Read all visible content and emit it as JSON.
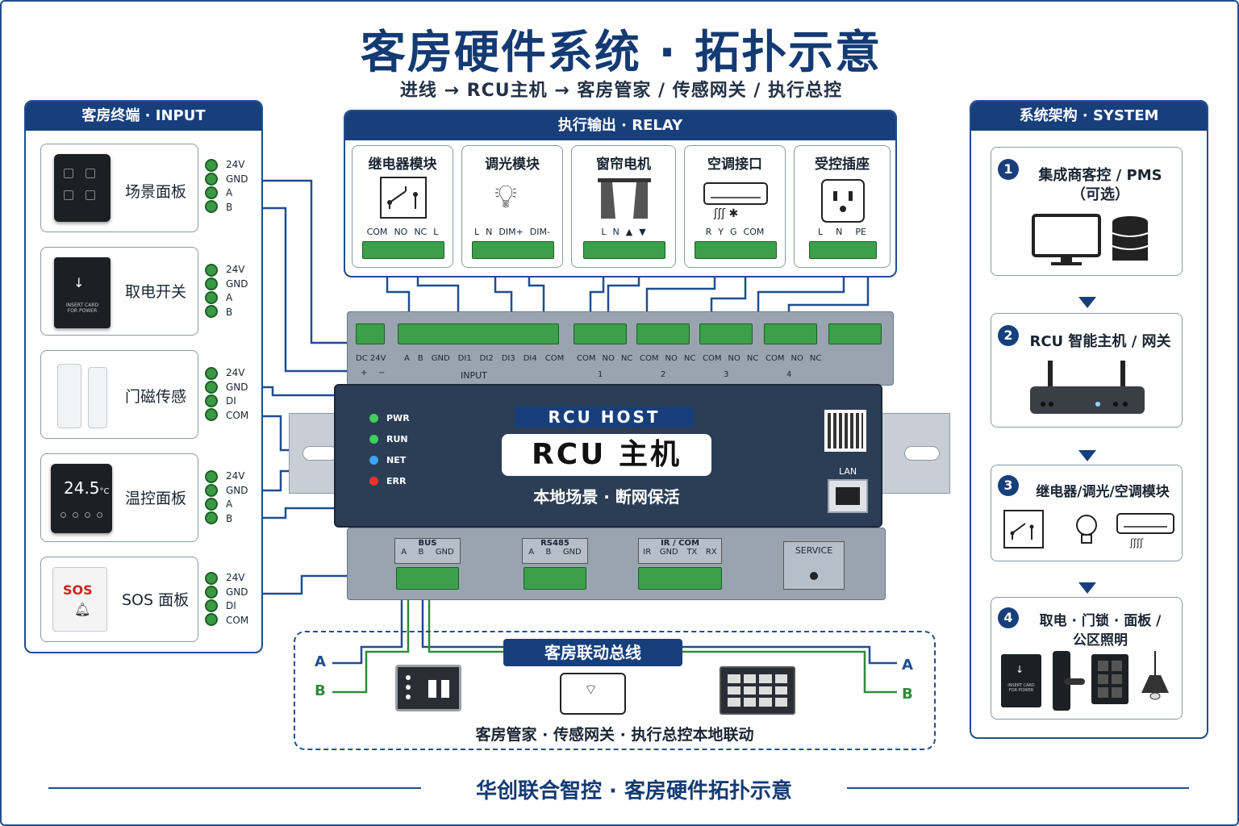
{
  "title": "客房硬件系统 · 拓扑示意",
  "subtitle": "进线 → RCU主机 → 客房管家 / 传感网关 / 执行总控",
  "input_panel": {
    "header": "客房终端 · INPUT",
    "devices": [
      {
        "label": "场景面板",
        "pins": [
          "24V",
          "GND",
          "A",
          "B"
        ]
      },
      {
        "label": "取电开关",
        "pins": [
          "24V",
          "GND",
          "A",
          "B"
        ],
        "card_text": "INSERT CARD FOR POWER"
      },
      {
        "label": "门磁传感",
        "pins": [
          "24V",
          "GND",
          "DI",
          "COM"
        ]
      },
      {
        "label": "温控面板",
        "pins": [
          "24V",
          "GND",
          "A",
          "B"
        ],
        "display": "24.5",
        "unit": "°C"
      },
      {
        "label": "SOS 面板",
        "pins": [
          "24V",
          "GND",
          "DI",
          "COM"
        ],
        "sos": "SOS"
      }
    ]
  },
  "relay_panel": {
    "header": "执行输出 · RELAY",
    "modules": [
      {
        "label": "继电器模块",
        "pins": [
          "COM",
          "NO",
          "NC",
          "L"
        ]
      },
      {
        "label": "调光模块",
        "pins": [
          "L",
          "N",
          "DIM+",
          "DIM-"
        ]
      },
      {
        "label": "窗帘电机",
        "pins": [
          "L",
          "N",
          "▲",
          "▼"
        ]
      },
      {
        "label": "空调接口",
        "pins": [
          "R",
          "Y",
          "G",
          "COM"
        ]
      },
      {
        "label": "受控插座",
        "pins": [
          "L",
          "N",
          "PE"
        ]
      }
    ]
  },
  "system_panel": {
    "header": "系统架构 · SYSTEM",
    "steps": [
      {
        "num": "1",
        "line1": "集成商客控 / PMS",
        "line2": "（可选）"
      },
      {
        "num": "2",
        "line1": "RCU 智能主机 / 网关",
        "line2": ""
      },
      {
        "num": "3",
        "line1": "继电器/调光/空调模块",
        "line2": ""
      },
      {
        "num": "4",
        "line1": "取电 · 门锁 · 面板 /",
        "line2": "公区照明"
      }
    ],
    "card_text": "INSERT CARD FOR POWER"
  },
  "host": {
    "power_label": "DC 24V",
    "power_pins": [
      "+",
      "−"
    ],
    "input_pins": [
      "A",
      "B",
      "GND",
      "DI1",
      "DI2",
      "DI3",
      "DI4",
      "COM"
    ],
    "input_label": "INPUT",
    "relay_groups": [
      {
        "pins": [
          "COM",
          "NO",
          "NC"
        ],
        "num": "1"
      },
      {
        "pins": [
          "COM",
          "NO",
          "NC"
        ],
        "num": "2"
      },
      {
        "pins": [
          "COM",
          "NO",
          "NC"
        ],
        "num": "3"
      },
      {
        "pins": [
          "COM",
          "NO",
          "NC"
        ],
        "num": "4"
      }
    ],
    "leds": [
      {
        "label": "PWR",
        "color": "#3fcf5a"
      },
      {
        "label": "RUN",
        "color": "#3fcf5a"
      },
      {
        "label": "NET",
        "color": "#3aa6ff"
      },
      {
        "label": "ERR",
        "color": "#ff3030"
      }
    ],
    "banner": "RCU HOST",
    "name": "RCU 主机",
    "tagline": "本地场景 · 断网保活",
    "lan": "LAN",
    "ports": [
      {
        "label": "BUS",
        "pins": [
          "A",
          "B",
          "GND"
        ]
      },
      {
        "label": "RS485",
        "pins": [
          "A",
          "B",
          "GND"
        ]
      },
      {
        "label": "IR / COM",
        "pins": [
          "IR",
          "GND",
          "TX",
          "RX"
        ]
      }
    ],
    "service": "SERVICE"
  },
  "bus": {
    "title": "客房联动总线",
    "caption": "客房管家 · 传感网关 · 执行总控本地联动",
    "a": "A",
    "b": "B"
  },
  "footer": "华创联合智控 · 客房硬件拓扑示意",
  "colors": {
    "navy": "#173f7c",
    "green": "#3ba049",
    "wire_blue": "#1f4e8f",
    "wire_green": "#2f8a3c"
  }
}
